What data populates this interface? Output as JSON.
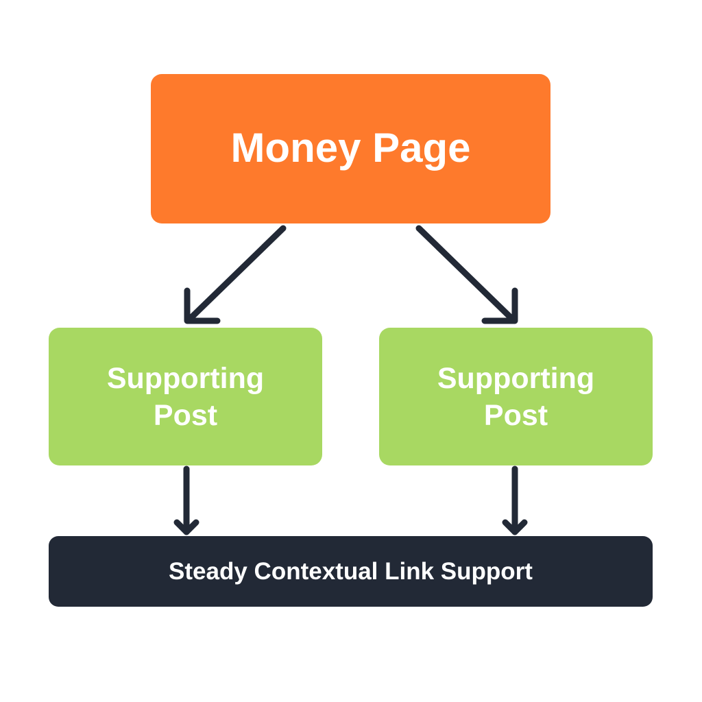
{
  "diagram": {
    "title_node": {
      "label": "Money Page",
      "color": "#FE7A2C"
    },
    "supporting_nodes": [
      {
        "line1": "Supporting",
        "line2": "Post",
        "color": "#A8D862"
      },
      {
        "line1": "Supporting",
        "line2": "Post",
        "color": "#A8D862"
      }
    ],
    "base_node": {
      "label": "Steady Contextual Link Support",
      "color": "#222936"
    },
    "edges": [
      {
        "from": "Money Page",
        "to": "Supporting Post (left)"
      },
      {
        "from": "Money Page",
        "to": "Supporting Post (right)"
      },
      {
        "from": "Supporting Post (left)",
        "to": "Steady Contextual Link Support"
      },
      {
        "from": "Supporting Post (right)",
        "to": "Steady Contextual Link Support"
      }
    ],
    "arrow_color": "#222936"
  }
}
